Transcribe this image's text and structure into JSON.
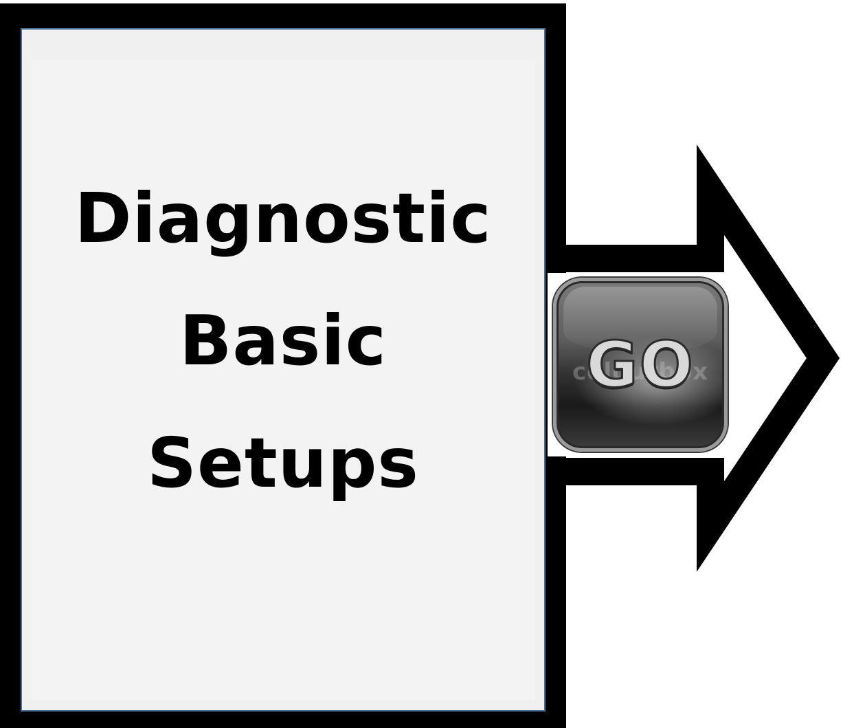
{
  "panel": {
    "title_lines": [
      "Diagnostic",
      "Basic",
      "Setups"
    ]
  },
  "go_button": {
    "label": "GO",
    "icon": "go-button-icon",
    "watermark": "colourbox"
  },
  "arrow": {
    "icon": "right-arrow-icon"
  },
  "colors": {
    "frame": "#000000",
    "panel_fill": "#f0f0f0",
    "panel_border": "#4f6f93",
    "button_dark": "#1a1a1a",
    "button_text": "#d9d9d9"
  }
}
